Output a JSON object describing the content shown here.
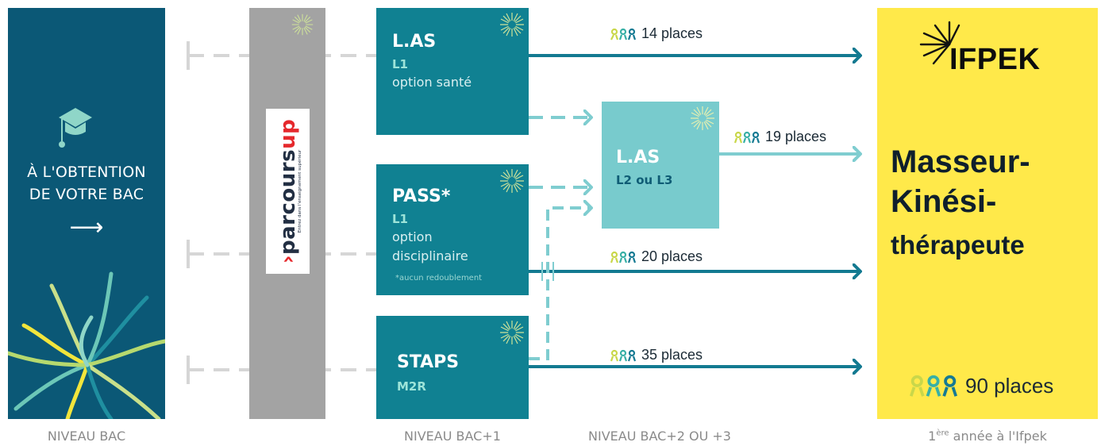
{
  "colors": {
    "dark_blue": "#0b5876",
    "teal": "#108192",
    "light_teal": "#78cbcd",
    "yellow": "#ffe94a",
    "grey_column": "#a3a3a3",
    "dashed_grey": "#d6d6d6",
    "arrow_dark": "#137a91",
    "arrow_light": "#7fcdd0"
  },
  "bac": {
    "line1": "À L'OBTENTION",
    "line2": "DE VOTRE BAC",
    "arrow": "⟶",
    "icon": "graduation-cap-icon"
  },
  "parcoursup": {
    "brand_prefix": "parcours",
    "brand_suffix": "up",
    "tagline": "Entrez dans l'enseignement supérieur"
  },
  "boxes": {
    "las1": {
      "title": "L.AS",
      "level": "L1",
      "option": "option santé"
    },
    "pass": {
      "title": "PASS*",
      "level": "L1",
      "option_line1": "option",
      "option_line2": "disciplinaire",
      "note": "*aucun redoublement"
    },
    "staps": {
      "title": "STAPS",
      "level": "M2R"
    },
    "las2": {
      "title": "L.AS",
      "level": "L2 ou L3"
    }
  },
  "places": {
    "las1": "14 places",
    "las2": "19 places",
    "pass": "20 places",
    "staps": "35 places",
    "total": "90 places"
  },
  "ifpek": {
    "name": "IFPEK",
    "profession_line1": "Masseur-",
    "profession_line2": "Kinési-",
    "profession_line3": "thérapeute"
  },
  "levels": {
    "bac": "NIVEAU BAC",
    "bac1": "NIVEAU BAC+1",
    "bac23": "NIVEAU BAC+2 OU +3",
    "ifpek_prefix": "1",
    "ifpek_sup": "ère",
    "ifpek_suffix": " année à l'Ifpek"
  }
}
